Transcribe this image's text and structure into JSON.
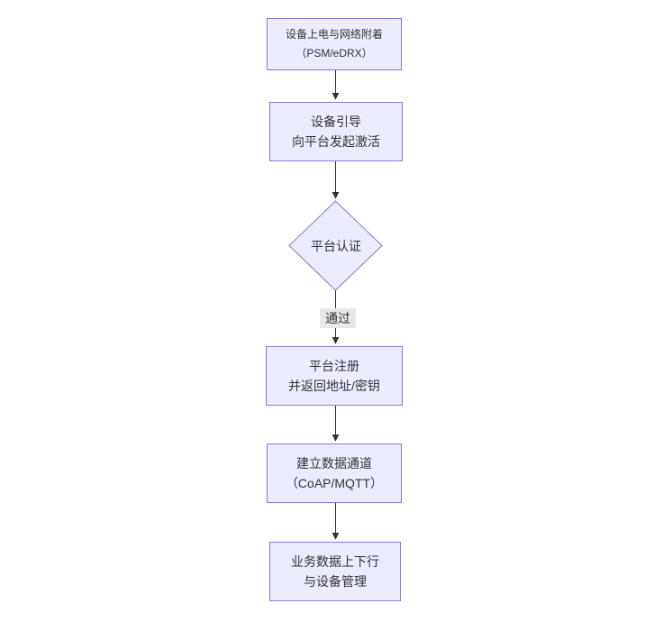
{
  "diagram": {
    "type": "flowchart",
    "direction": "top-to-bottom",
    "colors": {
      "background": "#ffffff",
      "node_fill": "#ECECFF",
      "node_border": "#9370DB",
      "text": "#333333",
      "arrow": "#333333",
      "edge_label_bg": "#e8e8e8"
    },
    "nodes": [
      {
        "id": "power",
        "shape": "rect",
        "lines": [
          "设备上电与网络附着",
          "（PSM/eDRX）"
        ]
      },
      {
        "id": "bootstrap",
        "shape": "rect",
        "lines": [
          "设备引导",
          "向平台发起激活"
        ]
      },
      {
        "id": "auth",
        "shape": "diamond",
        "lines": [
          "平台认证"
        ]
      },
      {
        "id": "register",
        "shape": "rect",
        "lines": [
          "平台注册",
          "并返回地址/密钥"
        ]
      },
      {
        "id": "channel",
        "shape": "rect",
        "lines": [
          "建立数据通道",
          "（CoAP/MQTT）"
        ]
      },
      {
        "id": "business",
        "shape": "rect",
        "lines": [
          "业务数据上下行",
          "与设备管理"
        ]
      }
    ],
    "edges": [
      {
        "from": "power",
        "to": "bootstrap",
        "label": ""
      },
      {
        "from": "bootstrap",
        "to": "auth",
        "label": ""
      },
      {
        "from": "auth",
        "to": "register",
        "label": "通过"
      },
      {
        "from": "register",
        "to": "channel",
        "label": ""
      },
      {
        "from": "channel",
        "to": "business",
        "label": ""
      }
    ]
  }
}
